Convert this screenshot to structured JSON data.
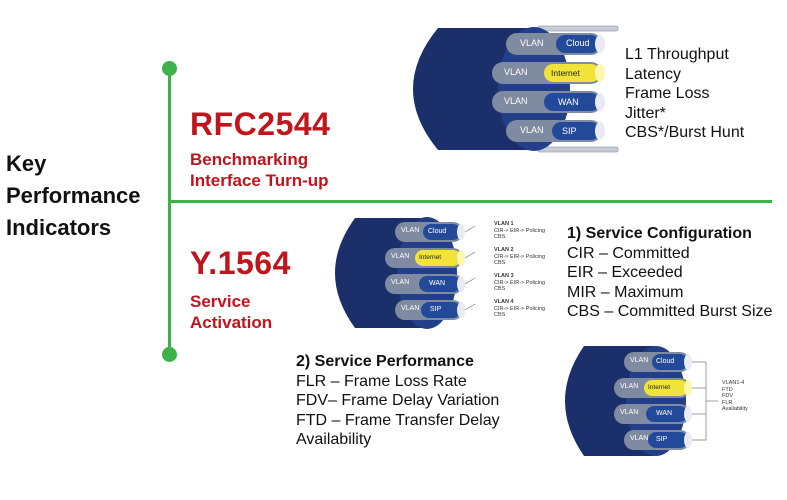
{
  "kpi": {
    "lines": [
      "Key",
      "Performance",
      "Indicators"
    ]
  },
  "rfc": {
    "title": "RFC2544",
    "subtitle": [
      "Benchmarking",
      "Interface Turn-up"
    ],
    "metrics": [
      "L1 Throughput",
      "Latency",
      "Frame Loss",
      "Jitter*",
      "CBS*/Burst Hunt"
    ]
  },
  "y1564": {
    "title": "Y.1564",
    "subtitle": [
      "Service",
      "Activation"
    ]
  },
  "service_configuration": {
    "heading": "1) Service Configuration",
    "items": [
      "CIR – Committed",
      "EIR – Exceeded",
      "MIR – Maximum",
      "CBS – Committed Burst Size"
    ]
  },
  "service_performance": {
    "heading": "2) Service Performance",
    "items": [
      "FLR – Frame Loss Rate",
      "FDV– Frame Delay Variation",
      "FTD – Frame Transfer Delay",
      "Availability"
    ]
  },
  "cable": {
    "vlan_label": "VLAN",
    "services": [
      "Cloud",
      "Internet",
      "WAN",
      "SIP"
    ]
  },
  "vlan_notes": [
    {
      "name": "VLAN 1",
      "lines": [
        "CIR-> EIR-> Policing",
        "CBS"
      ]
    },
    {
      "name": "VLAN 2",
      "lines": [
        "CIR-> EIR-> Policing",
        "CBS"
      ]
    },
    {
      "name": "VLAN 3",
      "lines": [
        "CIR-> EIR-> Policing",
        "CBS"
      ]
    },
    {
      "name": "VLAN 4",
      "lines": [
        "CIR-> EIR-> Policing",
        "CBS"
      ]
    }
  ],
  "perf_notes": [
    "VLAN1-4",
    "FTD",
    "FDV",
    "FLR",
    "Availability"
  ],
  "colors": {
    "accent_green": "#3db14a",
    "title_red": "#c0151c",
    "cable_navy": "#1b2f6b",
    "vlan_gray": "#7f8ba0",
    "service_blue": "#234a9a",
    "internet_yellow": "#f2e33a"
  }
}
